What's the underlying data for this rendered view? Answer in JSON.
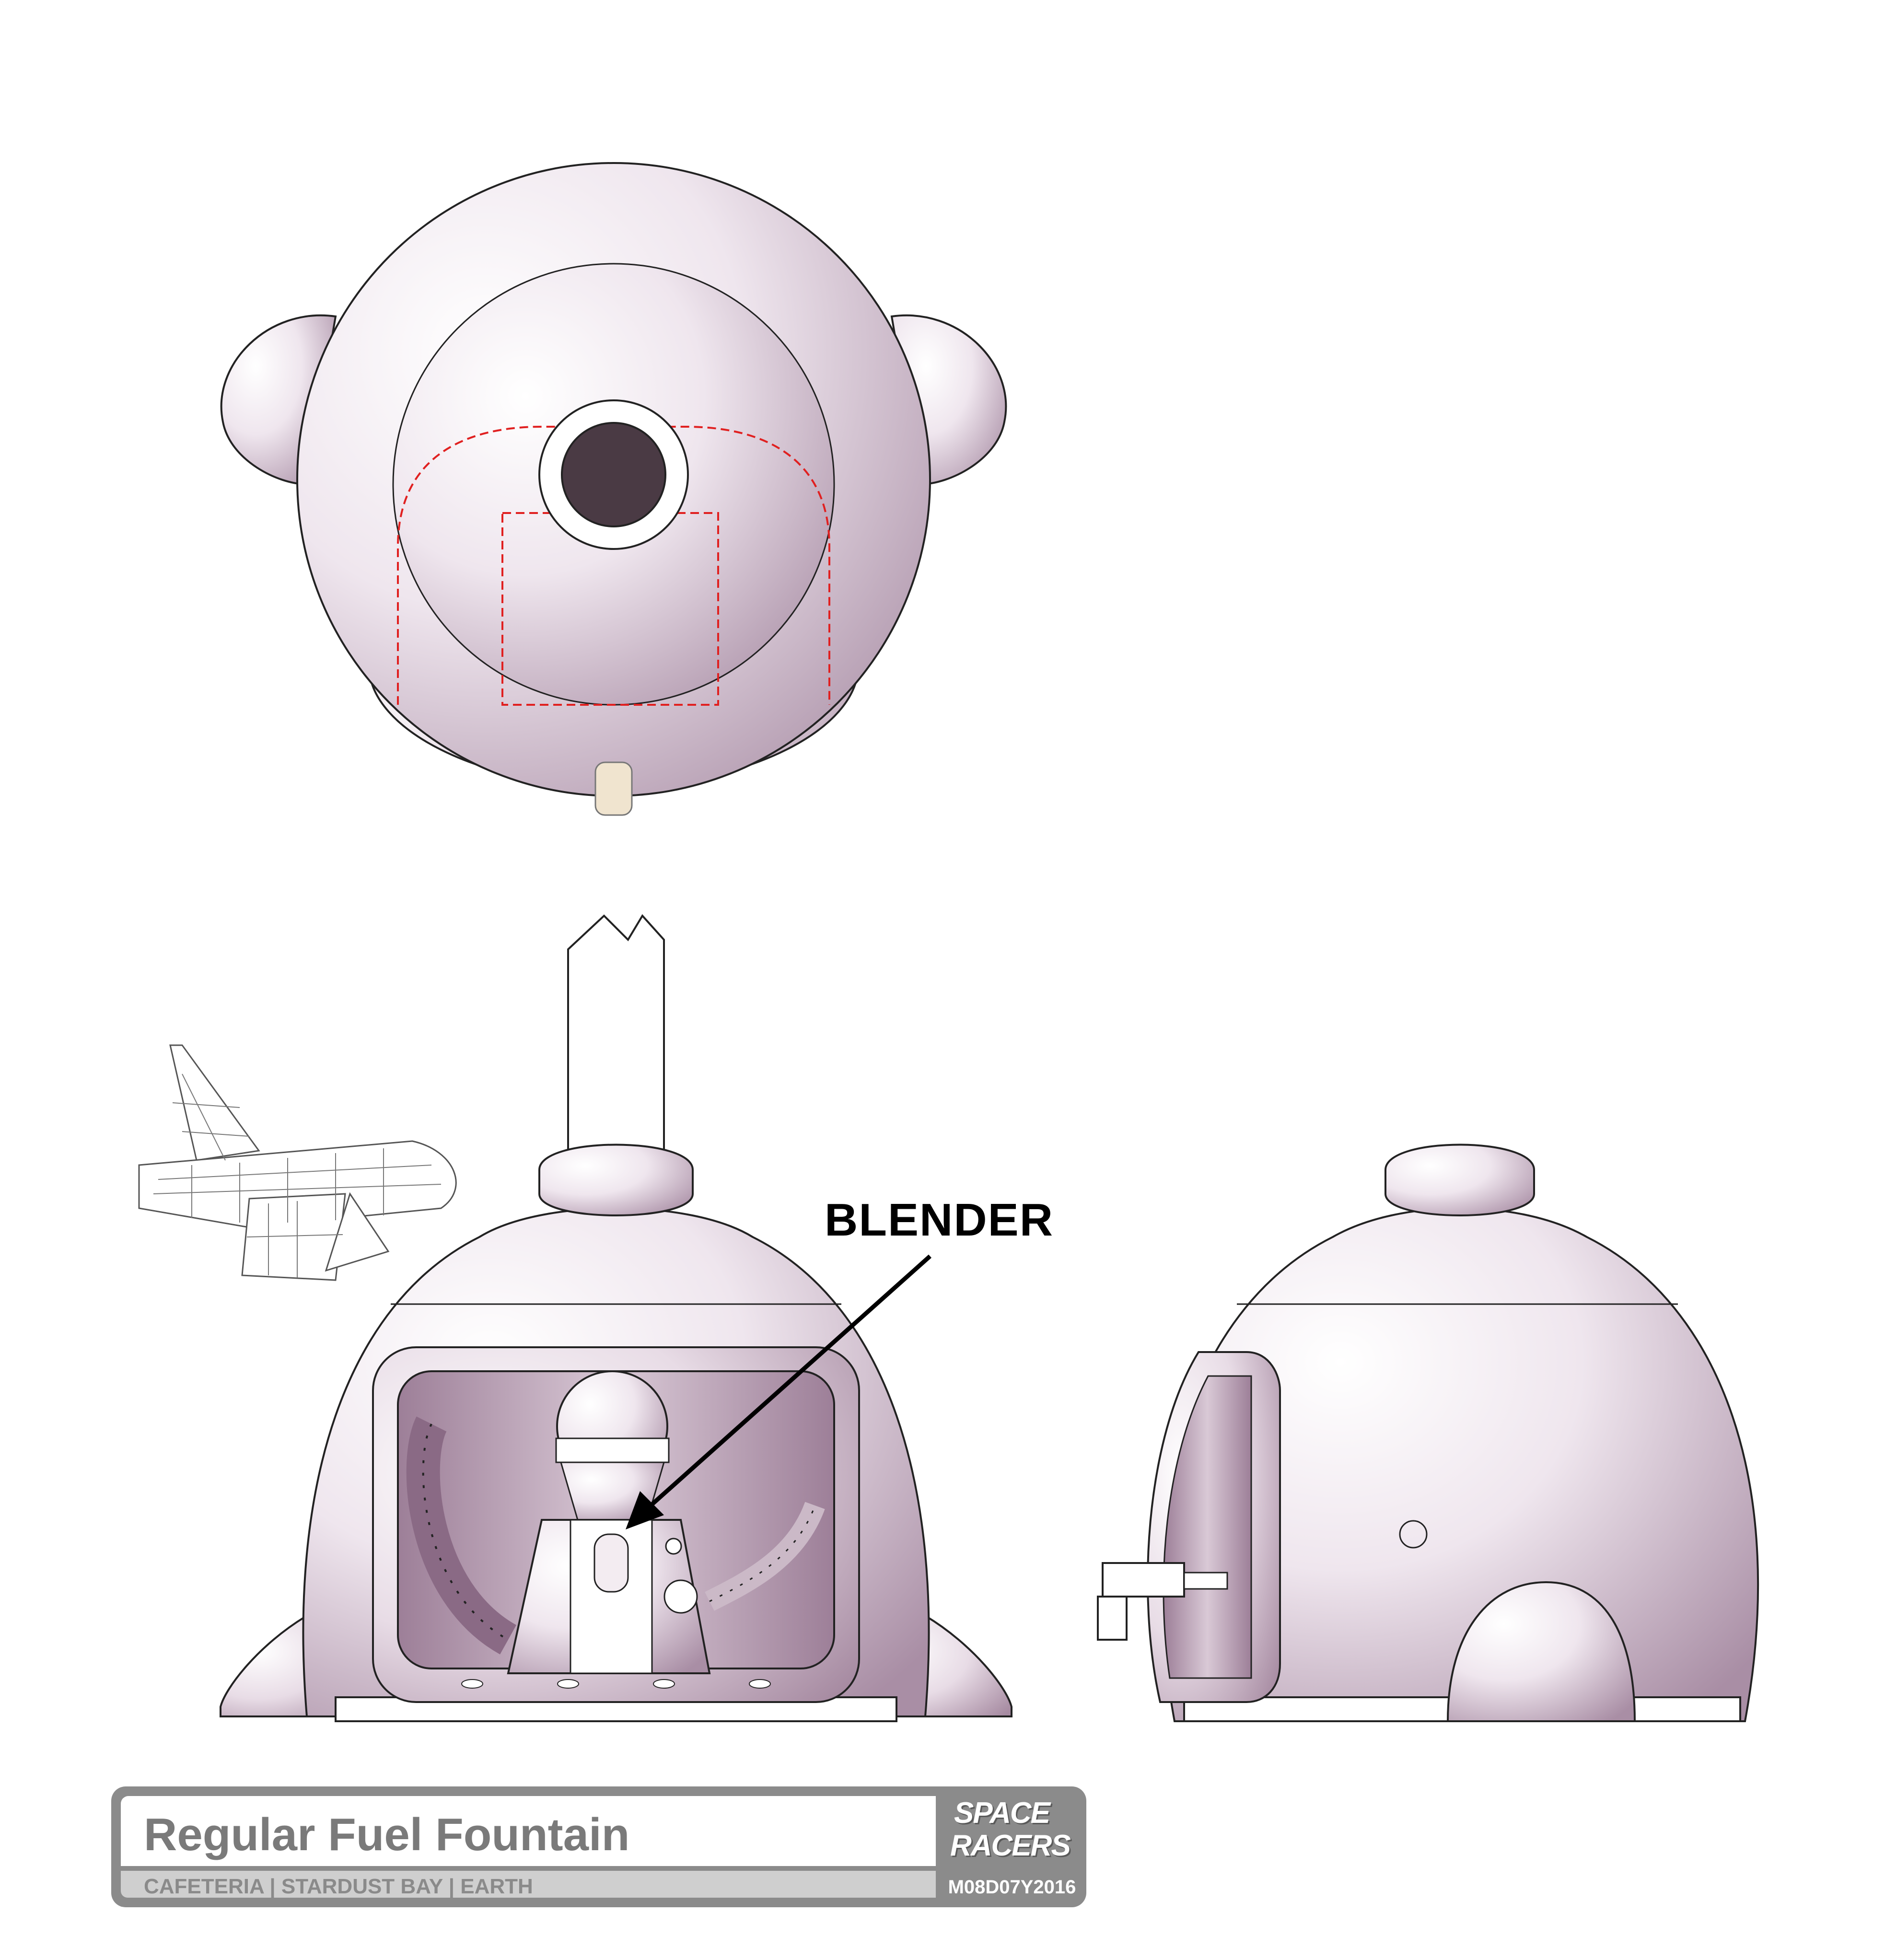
{
  "callout": {
    "label": "BLENDER"
  },
  "title_block": {
    "title": "Regular Fuel Fountain",
    "location": "CAFETERIA | STARDUST BAY | EARTH",
    "logo_line1": "SPACE",
    "logo_line2": "RACERS",
    "date": "M08D07Y2016"
  },
  "colors": {
    "body_fill": "#b89cb2",
    "body_highlight": "#ffffff",
    "opening_dark": "#4a3a44",
    "guide_red": "#e02020",
    "title_gray": "#8b8b8b"
  },
  "icons": {
    "ship": "spaceship-wireframe-icon",
    "logo": "space-racers-logo"
  }
}
